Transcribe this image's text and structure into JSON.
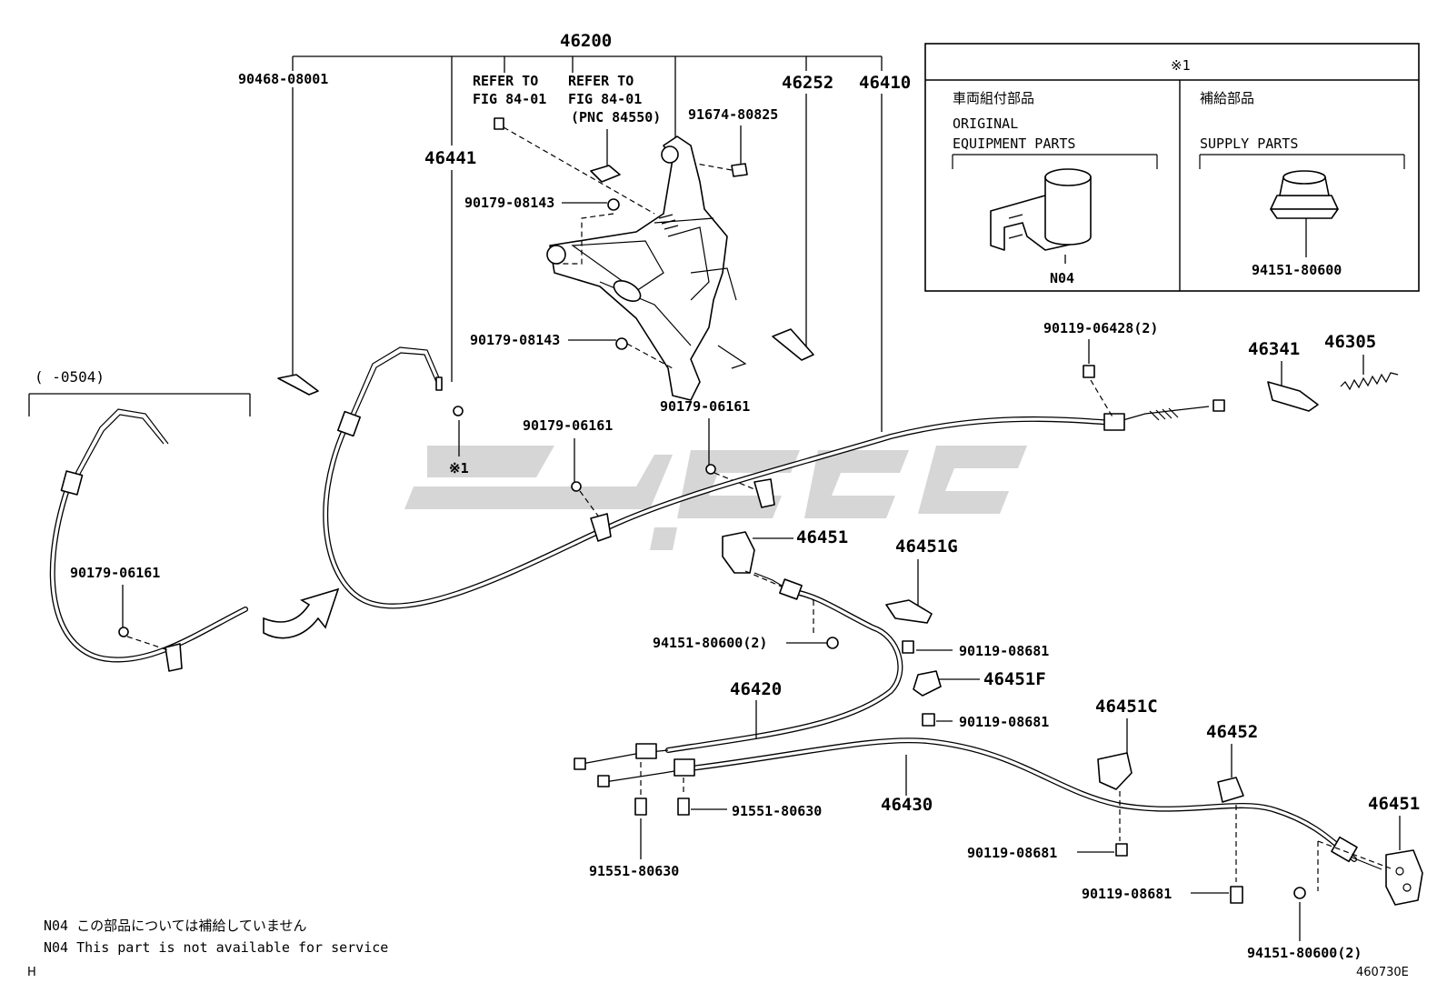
{
  "parts": {
    "p46200": "46200",
    "p90468": "90468-08001",
    "ref1_a": "REFER TO",
    "ref1_b": "FIG 84-01",
    "ref2_a": "REFER TO",
    "ref2_b": "FIG 84-01",
    "ref2_c": "(PNC 84550)",
    "p91674": "91674-80825",
    "p46252": "46252",
    "p46410": "46410",
    "p46441": "46441",
    "p90179a": "90179-08143",
    "p90179b": "90179-08143",
    "p90179c": "90179-06161",
    "p90179d": "90179-06161",
    "p90179e": "90179-06161",
    "mark1": "※1",
    "range": "(      -0504)",
    "p90119a": "90119-06428(2)",
    "p46341": "46341",
    "p46305": "46305",
    "p46451a": "46451",
    "p46451g": "46451G",
    "p94151a": "94151-80600(2)",
    "p90119b": "90119-08681",
    "p46451f": "46451F",
    "p46420": "46420",
    "p90119c": "90119-08681",
    "p46451c": "46451C",
    "p46452": "46452",
    "p46451b": "46451",
    "p46430": "46430",
    "p91551a": "91551-80630",
    "p91551b": "91551-80630",
    "p90119d": "90119-08681",
    "p90119e": "90119-08681",
    "p94151b": "94151-80600(2)"
  },
  "legend": {
    "title": "※1",
    "left_jp": "車両組付部品",
    "left_en1": "ORIGINAL",
    "left_en2": "EQUIPMENT PARTS",
    "left_code": "N04",
    "right_jp": "補給部品",
    "right_en": "SUPPLY PARTS",
    "right_code": "94151-80600"
  },
  "footer": {
    "note_jp": "N04 この部品については補給していません",
    "note_en": "N04 This part is not available for service",
    "corner": "H",
    "fig_code": "460730E"
  }
}
